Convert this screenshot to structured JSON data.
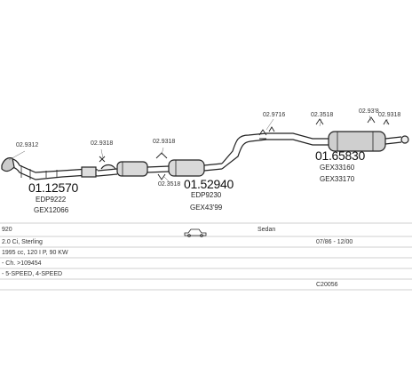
{
  "diagram": {
    "parts": [
      {
        "id": "p1",
        "number": "01.12570",
        "codes": [
          "EDP9222",
          "GEX12066"
        ]
      },
      {
        "id": "p2",
        "number": "01.52940",
        "codes": [
          "EDP9230",
          "GEX43'99"
        ]
      },
      {
        "id": "p3",
        "number": "01.65830",
        "codes": [
          "GEX33160",
          "GEX33170"
        ]
      }
    ],
    "fittings": [
      {
        "id": "f1",
        "code": "02.9312"
      },
      {
        "id": "f2",
        "code": "02.9318"
      },
      {
        "id": "f3",
        "code": "02.9318"
      },
      {
        "id": "f4",
        "code": "02.3518"
      },
      {
        "id": "f5",
        "code": "02.9716"
      },
      {
        "id": "f6",
        "code": "02.3518"
      },
      {
        "id": "f7",
        "code": "02.93'8"
      },
      {
        "id": "f8",
        "code": "02.9318"
      }
    ]
  },
  "info": {
    "model": "920",
    "body_type": "Sedan",
    "engine": "2.0 Ci, Sterling",
    "production": "07/86 - 12/00",
    "specs": "1995 cc, 120 I P, 90 KW",
    "chassis": "- Ch. >109454",
    "notes": "- 5-SPEED, 4-SPEED",
    "catalog_code": "C20056"
  }
}
